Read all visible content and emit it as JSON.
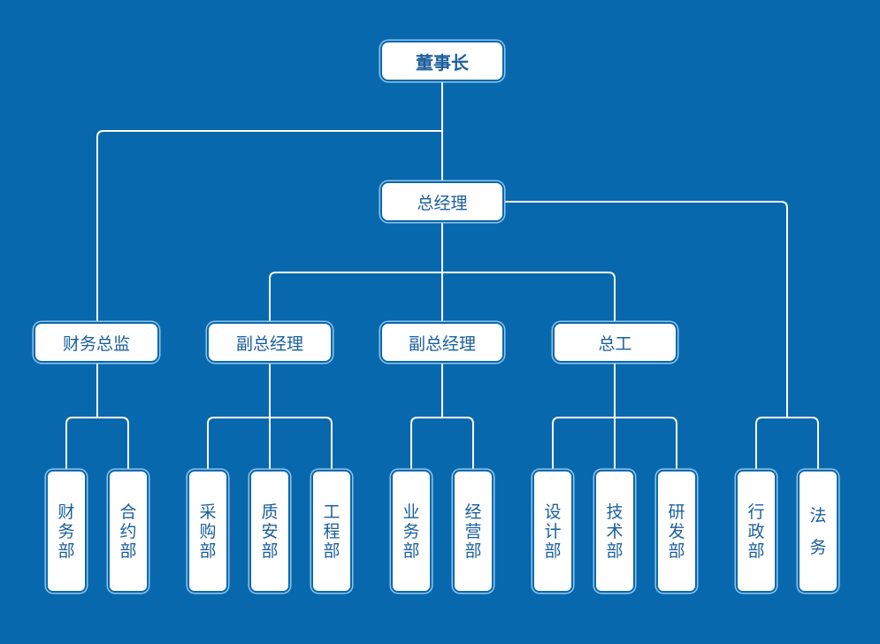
{
  "chairman": {
    "label": "董事长"
  },
  "general_manager": {
    "label": "总经理"
  },
  "financial_director": {
    "label": "财务总监",
    "departments": [
      "财务部",
      "合约部"
    ]
  },
  "deputy_gm_1": {
    "label": "副总经理",
    "departments": [
      "采购部",
      "质安部",
      "工程部"
    ]
  },
  "deputy_gm_2": {
    "label": "副总经理",
    "departments": [
      "业务部",
      "经营部"
    ]
  },
  "chief_engineer": {
    "label": "总工",
    "departments": [
      "设计部",
      "技术部",
      "研发部"
    ]
  },
  "direct_departments": [
    "行政部",
    "法务"
  ],
  "colors": {
    "background": "#0768ad",
    "line": "#ffffff",
    "box": "#ffffff",
    "box_border": "#8fc3e8",
    "text": "#1a5f9c"
  }
}
